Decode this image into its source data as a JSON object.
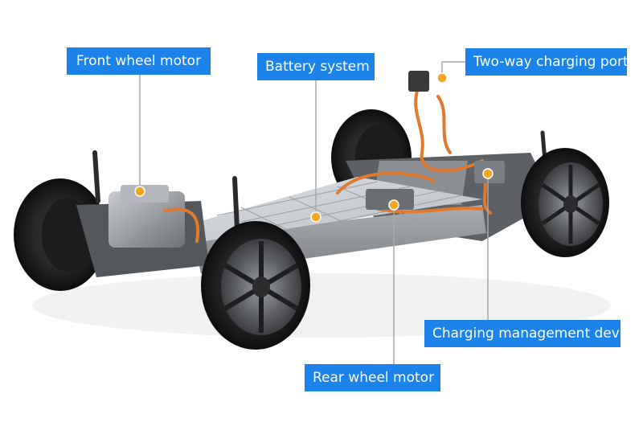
{
  "labels": {
    "front_wheel_motor": "Front wheel motor",
    "battery_system": "Battery system",
    "two_way_charging_port": "Two-way charging port",
    "charging_management_device": "Charging management device",
    "rear_wheel_motor": "Rear wheel motor"
  },
  "colors": {
    "label_bg": "#1a82e8",
    "marker": "#f5a623",
    "leader_line": "#a8a8a8",
    "cable": "#e07a2e"
  }
}
